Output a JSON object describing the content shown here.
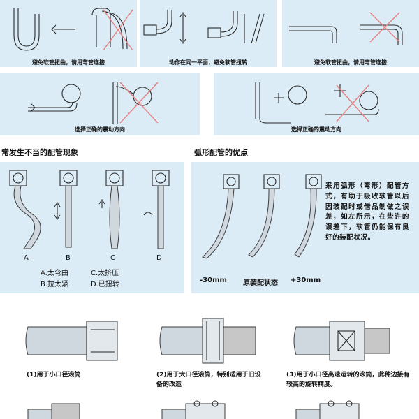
{
  "top_row": {
    "captions": [
      "避免软管扭曲，请用弯管连接",
      "动作在同一平面，避免软管扭转",
      "避免软管扭曲，请用弯管连接"
    ]
  },
  "second_row": {
    "captions": [
      "选择正确的震动方向",
      "选择正确的震动方向"
    ]
  },
  "section_improper": {
    "title": "常发生不当的配管现象",
    "letters": [
      "A",
      "B",
      "C",
      "D"
    ],
    "legend": [
      "A.太弯曲",
      "C.太挤压",
      "B.拉太紧",
      "D.已扭转"
    ]
  },
  "section_arc": {
    "title": "弧形配管的优点",
    "labels": [
      "-30mm",
      "原装配状态",
      "+30mm"
    ],
    "note": "采用弧形（弯形）配管方式，有助于吸收软管以后因装配时或借品制做之误差，如左所示，在些许的误差下，软管仍能保有良好的装配状况。"
  },
  "fittings": {
    "captions": [
      "(1)用于小口径滚筒",
      "(2)用于大口径滚筒，特别适用于旧设备的改造",
      "(3)用于小口径高速运转的滚筒，此种边接有较高的旋转精度。"
    ]
  },
  "colors": {
    "panel": "#dcecf6",
    "cross": "#e87f7f",
    "text": "#111111"
  }
}
